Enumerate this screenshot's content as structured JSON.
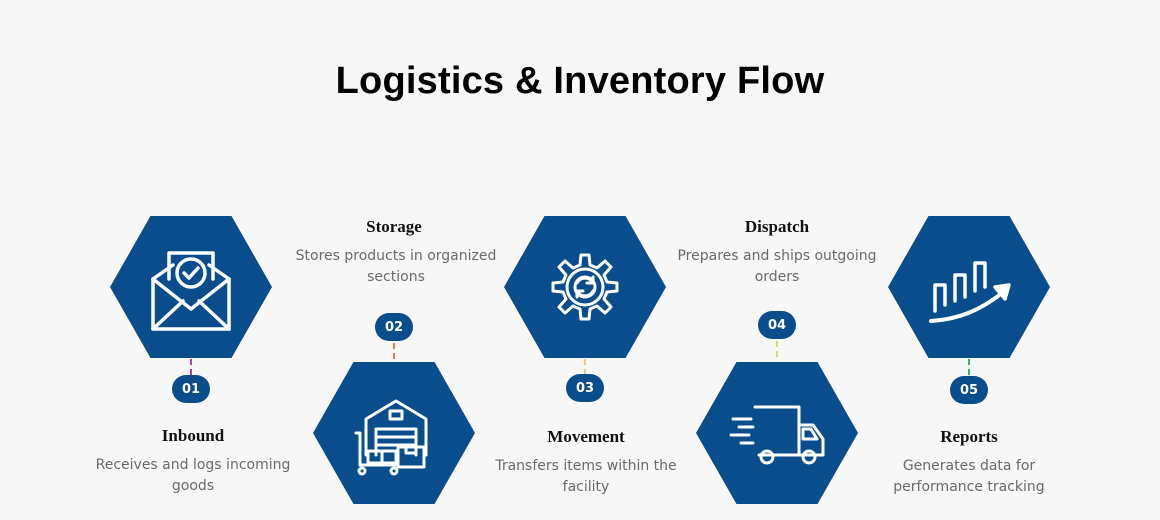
{
  "title": "Logistics & Inventory Flow",
  "accent_color": "#0a4d8c",
  "steps": [
    {
      "number": "01",
      "title": "Inbound",
      "desc": "Receives and logs incoming goods",
      "icon": "mail-check-icon",
      "connector_color": "#c2379a"
    },
    {
      "number": "02",
      "title": "Storage",
      "desc": "Stores products in organized sections",
      "icon": "warehouse-icon",
      "connector_color": "#f07a4a"
    },
    {
      "number": "03",
      "title": "Movement",
      "desc": "Transfers items within the facility",
      "icon": "gear-cycle-icon",
      "connector_color": "#f3c77a"
    },
    {
      "number": "04",
      "title": "Dispatch",
      "desc": "Prepares and ships outgoing orders",
      "icon": "delivery-truck-icon",
      "connector_color": "#c9e16a"
    },
    {
      "number": "05",
      "title": "Reports",
      "desc": "Generates data for performance tracking",
      "icon": "growth-chart-icon",
      "connector_color": "#2fb86d"
    }
  ]
}
